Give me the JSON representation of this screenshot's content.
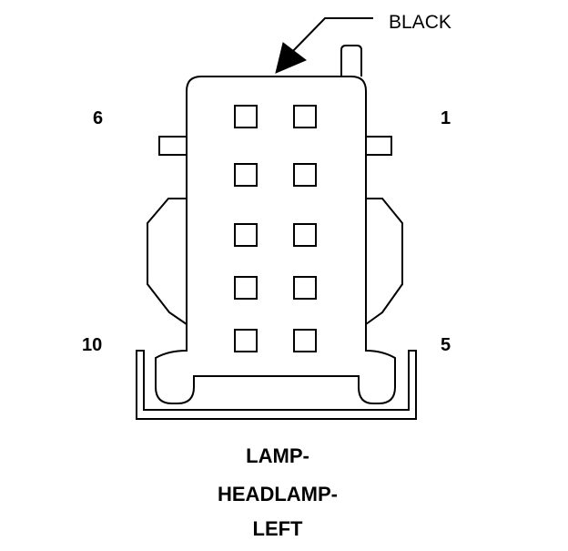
{
  "callout": {
    "color_label": "BLACK"
  },
  "pins": {
    "top_left": "6",
    "top_right": "1",
    "bottom_left": "10",
    "bottom_right": "5"
  },
  "caption": {
    "line1": "LAMP-",
    "line2": "HEADLAMP-",
    "line3": "LEFT"
  },
  "cavity_count": 10
}
